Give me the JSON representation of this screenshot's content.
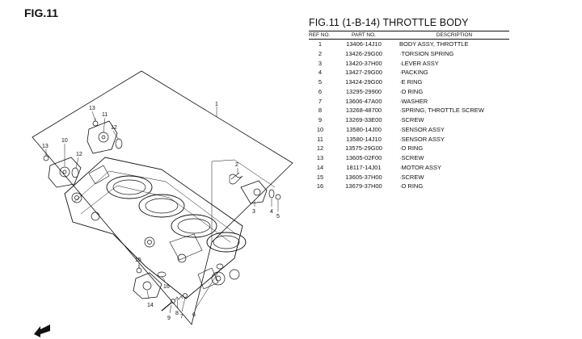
{
  "figure": {
    "label": "FIG.11"
  },
  "parts_list": {
    "title": "FIG.11 (1-B-14) THROTTLE BODY",
    "headers": {
      "ref": "REF NO.",
      "part": "PART NO.",
      "desc": "DESCRIPTION"
    },
    "rows": [
      {
        "ref": "1",
        "part": "13406-14J10",
        "desc": "BODY ASSY, THROTTLE"
      },
      {
        "ref": "2",
        "part": "13426-29G00",
        "desc": "·TORSION SPRING"
      },
      {
        "ref": "3",
        "part": "13420-37H00",
        "desc": "·LEVER ASSY"
      },
      {
        "ref": "4",
        "part": "13427-29G00",
        "desc": "·PACKING"
      },
      {
        "ref": "5",
        "part": "13424-29G00",
        "desc": "·E RING"
      },
      {
        "ref": "6",
        "part": "13295-29900",
        "desc": "·O RING"
      },
      {
        "ref": "7",
        "part": "13606-47A00",
        "desc": "·WASHER"
      },
      {
        "ref": "8",
        "part": "13268-48700",
        "desc": "·SPRING, THROTTLE SCREW"
      },
      {
        "ref": "9",
        "part": "13269-33E00",
        "desc": "·SCREW"
      },
      {
        "ref": "10",
        "part": "13580-14J00",
        "desc": "·SENSOR ASSY"
      },
      {
        "ref": "11",
        "part": "13580-14J10",
        "desc": "·SENSOR ASSY"
      },
      {
        "ref": "12",
        "part": "13575-29G00",
        "desc": "·O RING"
      },
      {
        "ref": "13",
        "part": "13605-02F00",
        "desc": "·SCREW"
      },
      {
        "ref": "14",
        "part": "18117-14J01",
        "desc": "·MOTOR ASSY"
      },
      {
        "ref": "15",
        "part": "13605-37H00",
        "desc": "·SCREW"
      },
      {
        "ref": "16",
        "part": "13679-37H00",
        "desc": "·O RING"
      }
    ]
  },
  "diagram_callouts": {
    "c1": "1",
    "c2": "2",
    "c3": "3",
    "c4": "4",
    "c5": "5",
    "c6": "6",
    "c7": "7",
    "c8": "8",
    "c9": "9",
    "c10": "10",
    "c11": "11",
    "c12a": "12",
    "c12b": "12",
    "c13a": "13",
    "c13b": "13",
    "c14": "14",
    "c15": "15",
    "c16": "16"
  },
  "icons": {
    "front_arrow": "front-direction-arrow-icon"
  }
}
